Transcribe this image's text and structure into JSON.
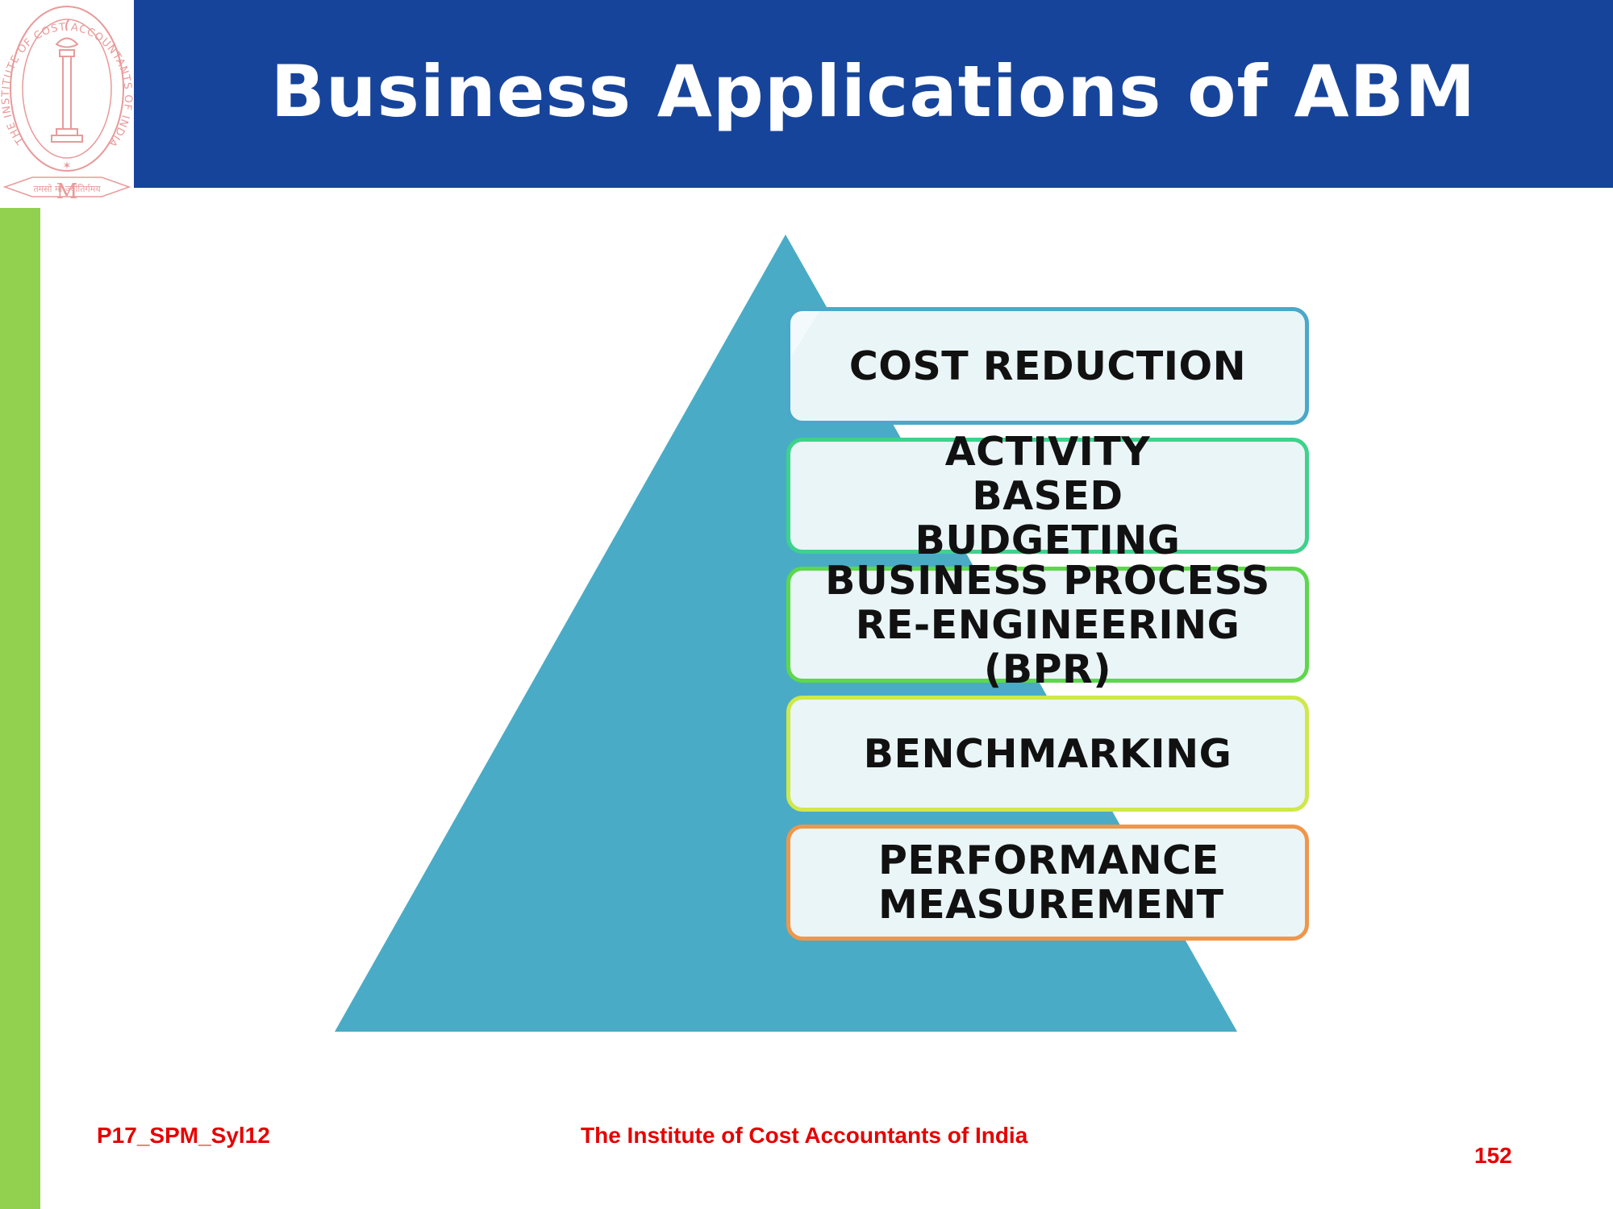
{
  "header": {
    "title": "Business Applications of ABM"
  },
  "logo": {
    "ring_text": "THE INSTITUTE OF COST ACCOUNTANTS OF INDIA",
    "motto": "तमसो मा ज्योतिर्गमय",
    "emblem_letter": "M",
    "color": "#e89a9a"
  },
  "diagram": {
    "triangle_color": "#4aabc6",
    "levels": [
      {
        "label": "COST REDUCTION",
        "border_color": "#4aa8c8"
      },
      {
        "label": "ACTIVITY BASED BUDGETING",
        "border_color": "#3ed28c"
      },
      {
        "label": "BUSINESS PROCESS RE-ENGINEERING (BPR)",
        "border_color": "#5cd84a"
      },
      {
        "label": "BENCHMARKING",
        "border_color": "#cfe84a"
      },
      {
        "label": "PERFORMANCE MEASUREMENT",
        "border_color": "#f0964a"
      }
    ]
  },
  "footer": {
    "code": "P17_SPM_Syl12",
    "organization": "The Institute of Cost Accountants of India",
    "page_number": "152",
    "text_color": "#e60000"
  },
  "accent_colors": {
    "header_band": "#17449b",
    "left_bar": "#92d050"
  }
}
